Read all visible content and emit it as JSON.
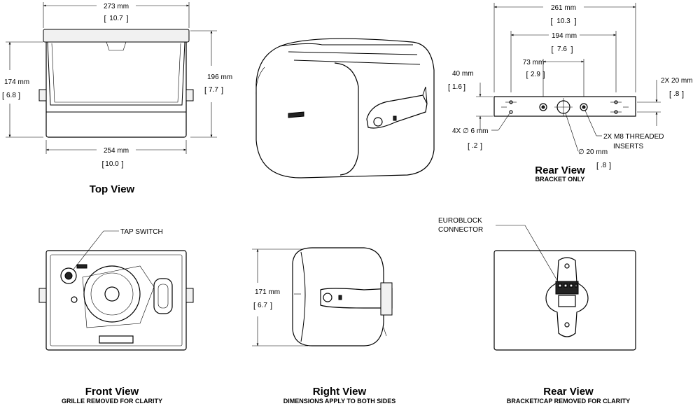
{
  "views": {
    "top": {
      "title": "Top View"
    },
    "front": {
      "title": "Front View",
      "subtitle": "GRILLE REMOVED FOR CLARITY"
    },
    "right": {
      "title": "Right View",
      "subtitle": "DIMENSIONS APPLY TO BOTH SIDES"
    },
    "rear_bracket": {
      "title": "Rear View",
      "subtitle": "BRACKET ONLY"
    },
    "rear_cap": {
      "title": "Rear View",
      "subtitle": "BRACKET/CAP REMOVED FOR CLARITY"
    }
  },
  "dimensions": {
    "top_width": {
      "mm": "273 mm",
      "in": "10.7"
    },
    "top_depth": {
      "mm": "254 mm",
      "in": "10.0"
    },
    "top_height_left": {
      "mm": "174 mm",
      "in": "6.8"
    },
    "top_height_right": {
      "mm": "196 mm",
      "in": "7.7"
    },
    "bracket_width": {
      "mm": "261 mm",
      "in": "10.3"
    },
    "bracket_hole_span": {
      "mm": "194 mm",
      "in": "7.6"
    },
    "bracket_insert_span": {
      "mm": "73 mm",
      "in": "2.9"
    },
    "bracket_height": {
      "mm": "40 mm",
      "in": "1.6"
    },
    "bracket_slot": {
      "mm": "2X 20 mm",
      "in": ".8"
    },
    "bracket_holes": {
      "mm": "4X ∅ 6 mm",
      "in": ".2"
    },
    "bracket_center": {
      "mm": "∅ 20 mm",
      "in": ".8"
    },
    "right_height": {
      "mm": "171 mm",
      "in": "6.7"
    }
  },
  "callouts": {
    "threaded_inserts_1": "2X M8 THREADED",
    "threaded_inserts_2": "INSERTS",
    "tap_switch": "TAP SWITCH",
    "euroblock_1": "EUROBLOCK",
    "euroblock_2": "CONNECTOR"
  }
}
